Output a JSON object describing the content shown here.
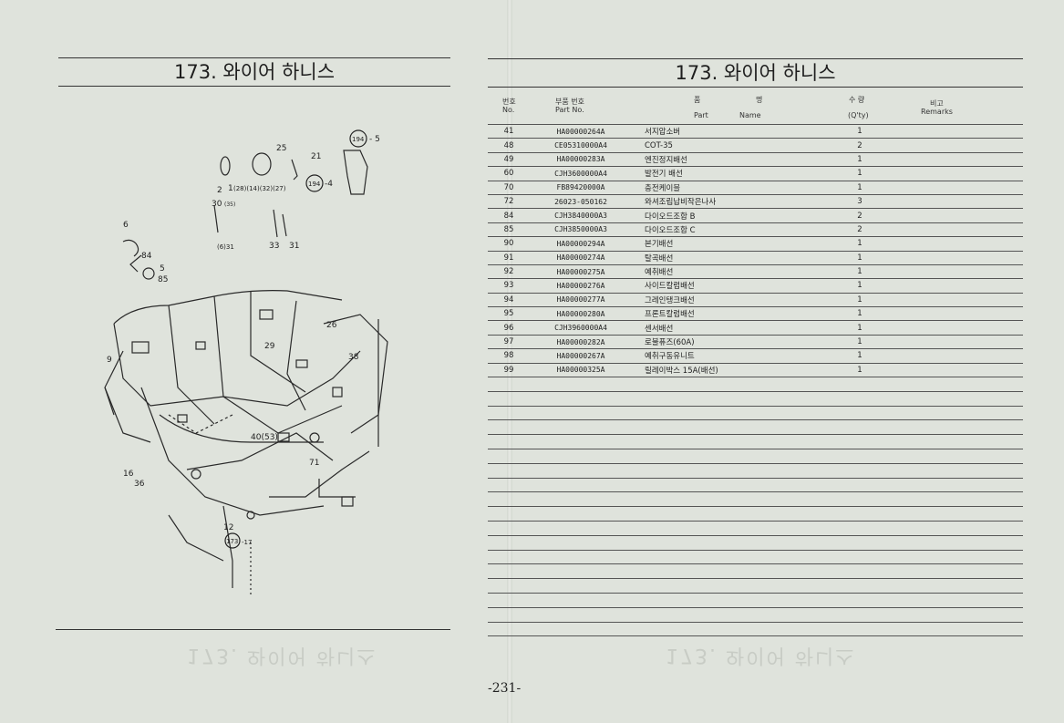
{
  "title_left": "173. 와이어 하니스",
  "title_right": "173. 와이어 하니스",
  "page_number": "-231-",
  "table_header": {
    "no_ko": "번호",
    "no_en": "No.",
    "part_no_ko": "부품 번호",
    "part_no_en": "Part No.",
    "name_ko_1": "품",
    "name_ko_2": "명",
    "name_en_1": "Part",
    "name_en_2": "Name",
    "qty_ko": "수 량",
    "qty_en": "(Q'ty)",
    "remarks_ko": "비고",
    "remarks_en": "Remarks"
  },
  "rows": [
    {
      "no": "41",
      "part_no": "HA00000264A",
      "name": "서지압소버",
      "qty": "1"
    },
    {
      "no": "48",
      "part_no": "CE05310000A4",
      "name": "COT-35",
      "qty": "2"
    },
    {
      "no": "49",
      "part_no": "HA00000283A",
      "name": "엔진정지배선",
      "qty": "1"
    },
    {
      "no": "60",
      "part_no": "CJH3600000A4",
      "name": "발전기 배선",
      "qty": "1"
    },
    {
      "no": "70",
      "part_no": "FB89420000A",
      "name": "충전케이블",
      "qty": "1"
    },
    {
      "no": "72",
      "part_no": "26023-050162",
      "name": "와셔조립납비작은나사",
      "qty": "3"
    },
    {
      "no": "84",
      "part_no": "CJH3840000A3",
      "name": "다이오드조합 B",
      "qty": "2"
    },
    {
      "no": "85",
      "part_no": "CJH3850000A3",
      "name": "다이오드조합 C",
      "qty": "2"
    },
    {
      "no": "90",
      "part_no": "HA00000294A",
      "name": "본기배선",
      "qty": "1"
    },
    {
      "no": "91",
      "part_no": "HA00000274A",
      "name": "탈곡배선",
      "qty": "1"
    },
    {
      "no": "92",
      "part_no": "HA00000275A",
      "name": "예취배선",
      "qty": "1"
    },
    {
      "no": "93",
      "part_no": "HA00000276A",
      "name": "사이드칼럼배선",
      "qty": "1"
    },
    {
      "no": "94",
      "part_no": "HA00000277A",
      "name": "그레인탱크배선",
      "qty": "1"
    },
    {
      "no": "95",
      "part_no": "HA00000280A",
      "name": "프론트칼럼배선",
      "qty": "1"
    },
    {
      "no": "96",
      "part_no": "CJH3960000A4",
      "name": "센서배선",
      "qty": "1"
    },
    {
      "no": "97",
      "part_no": "HA00000282A",
      "name": "로불퓨즈(60A)",
      "qty": "1"
    },
    {
      "no": "98",
      "part_no": "HA00000267A",
      "name": "예취구동유니트",
      "qty": "1"
    },
    {
      "no": "99",
      "part_no": "HA00000325A",
      "name": "릴레이박스 15A(배선)",
      "qty": "1"
    }
  ],
  "diagram_labels": {
    "l194a": "194",
    "l5a": "- 5",
    "l25": "25",
    "l21": "21",
    "l194b": "194",
    "l4": "-4",
    "l2": "2",
    "l1": "1",
    "lgroup": "(28)(14)(32)(27)",
    "l30": "30",
    "l35": "(35)",
    "l6831": "(6)31",
    "l33": "33",
    "l31": "31",
    "l6b": "6",
    "l84": "84",
    "l5b": "5",
    "l85": "85",
    "l9": "9",
    "l26": "26",
    "l29": "29",
    "l38": "38",
    "l40": "40(53)",
    "l71": "71",
    "l16": "16",
    "l36": "36",
    "l12": "12",
    "l173": "173",
    "l17": "-17"
  }
}
